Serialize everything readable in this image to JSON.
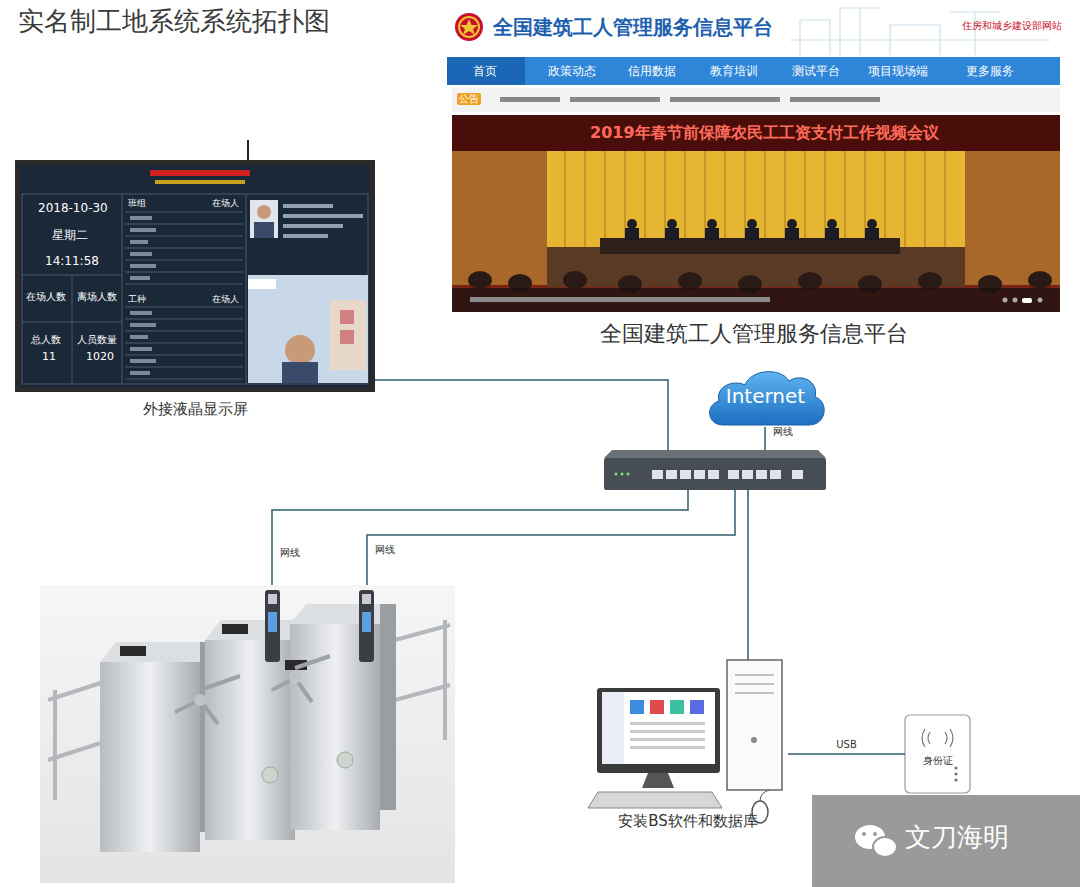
{
  "diagram": {
    "title": "实名制工地系统系统拓扑图",
    "nodes": [
      {
        "text": [
          "外接液晶显示屏"
        ]
      },
      {
        "text": [
          "全国建筑工人管理服务信息平台"
        ]
      },
      {
        "text": [
          "Internet"
        ]
      },
      {
        "text": [
          "安装BS软件和数据库"
        ]
      },
      {
        "text": [
          "身份证"
        ]
      }
    ],
    "edges": [
      {
        "from": 3,
        "to": 4,
        "label": "USB",
        "arrow": "none"
      }
    ],
    "labels": [
      "全国建筑工人管理服务信息平台",
      "住房和城乡建设部网站",
      "首页",
      "政策动态",
      "信用数据",
      "教育培训",
      "测试平台",
      "项目现场端",
      "更多服务",
      "公告",
      "2019年春节前保障农民工工资支付工作视频会议",
      "2018-10-30",
      "星期二",
      "14:11:58",
      "在场人数",
      "离场人数",
      "总人数",
      "11",
      "人员数量",
      "1020",
      "班组",
      "在场人",
      "工种",
      "在场人",
      "网线",
      "网线",
      "网线",
      "文刀海明"
    ]
  }
}
